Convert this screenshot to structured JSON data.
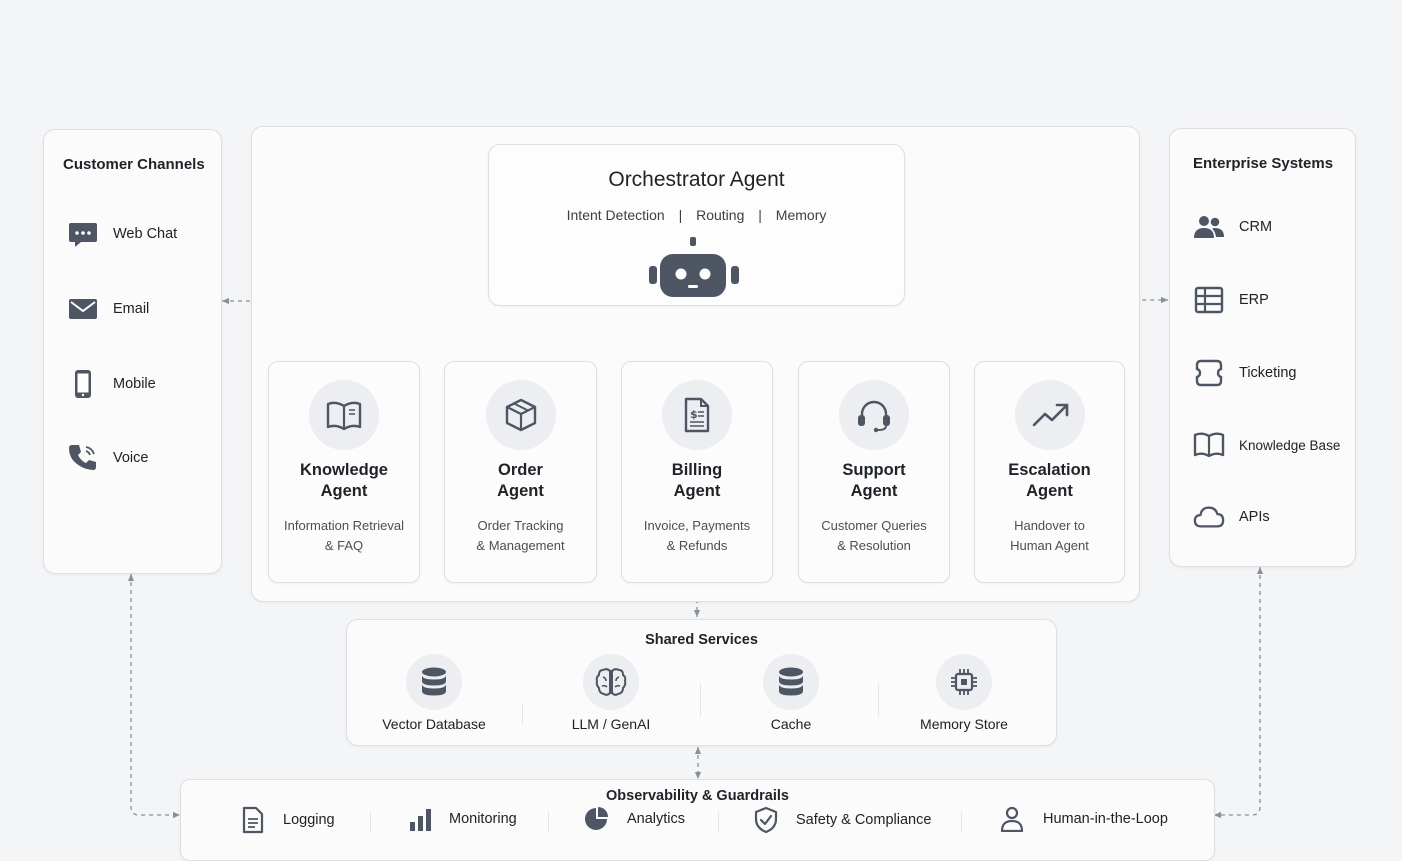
{
  "customer_channels": {
    "title": "Customer Channels",
    "items": [
      {
        "label": "Web Chat",
        "icon": "chat-icon"
      },
      {
        "label": "Email",
        "icon": "mail-icon"
      },
      {
        "label": "Mobile",
        "icon": "mobile-icon"
      },
      {
        "label": "Voice",
        "icon": "phone-icon"
      }
    ]
  },
  "orchestrator": {
    "title": "Orchestrator Agent",
    "capabilities": [
      "Intent Detection",
      "Routing",
      "Memory"
    ],
    "separator": "|",
    "icon": "robot-icon"
  },
  "agents": [
    {
      "name": [
        "Knowledge",
        "Agent"
      ],
      "desc": [
        "Information Retrieval",
        "& FAQ"
      ],
      "icon": "book-icon"
    },
    {
      "name": [
        "Order",
        "Agent"
      ],
      "desc": [
        "Order Tracking",
        "& Management"
      ],
      "icon": "package-icon"
    },
    {
      "name": [
        "Billing",
        "Agent"
      ],
      "desc": [
        "Invoice, Payments",
        "& Refunds"
      ],
      "icon": "invoice-icon"
    },
    {
      "name": [
        "Support",
        "Agent"
      ],
      "desc": [
        "Customer Queries",
        "& Resolution"
      ],
      "icon": "headset-icon"
    },
    {
      "name": [
        "Escalation",
        "Agent"
      ],
      "desc": [
        "Handover to",
        "Human Agent"
      ],
      "icon": "trend-up-icon"
    }
  ],
  "enterprise_systems": {
    "title": "Enterprise Systems",
    "items": [
      {
        "label": "CRM",
        "icon": "users-icon"
      },
      {
        "label": "ERP",
        "icon": "grid-icon"
      },
      {
        "label": "Ticketing",
        "icon": "ticket-icon"
      },
      {
        "label": "Knowledge Base",
        "icon": "book-icon"
      },
      {
        "label": "APIs",
        "icon": "cloud-icon"
      }
    ]
  },
  "shared_services": {
    "title": "Shared Services",
    "items": [
      {
        "label": "Vector Database",
        "icon": "database-icon"
      },
      {
        "label": "LLM / GenAI",
        "icon": "brain-icon"
      },
      {
        "label": "Cache",
        "icon": "database-icon"
      },
      {
        "label": "Memory Store",
        "icon": "chip-icon"
      }
    ]
  },
  "observability": {
    "title": "Observability & Guardrails",
    "items": [
      {
        "label": "Logging",
        "icon": "document-icon"
      },
      {
        "label": "Monitoring",
        "icon": "bar-chart-icon"
      },
      {
        "label": "Analytics",
        "icon": "pie-chart-icon"
      },
      {
        "label": "Safety & Compliance",
        "icon": "shield-icon"
      },
      {
        "label": "Human-in-the-Loop",
        "icon": "person-icon"
      }
    ]
  },
  "colors": {
    "background": "#f4f5f7",
    "panel": "#fbfbfc",
    "border": "#dcdfe3",
    "icon": "#4d5662",
    "connector": "#8a9099"
  }
}
